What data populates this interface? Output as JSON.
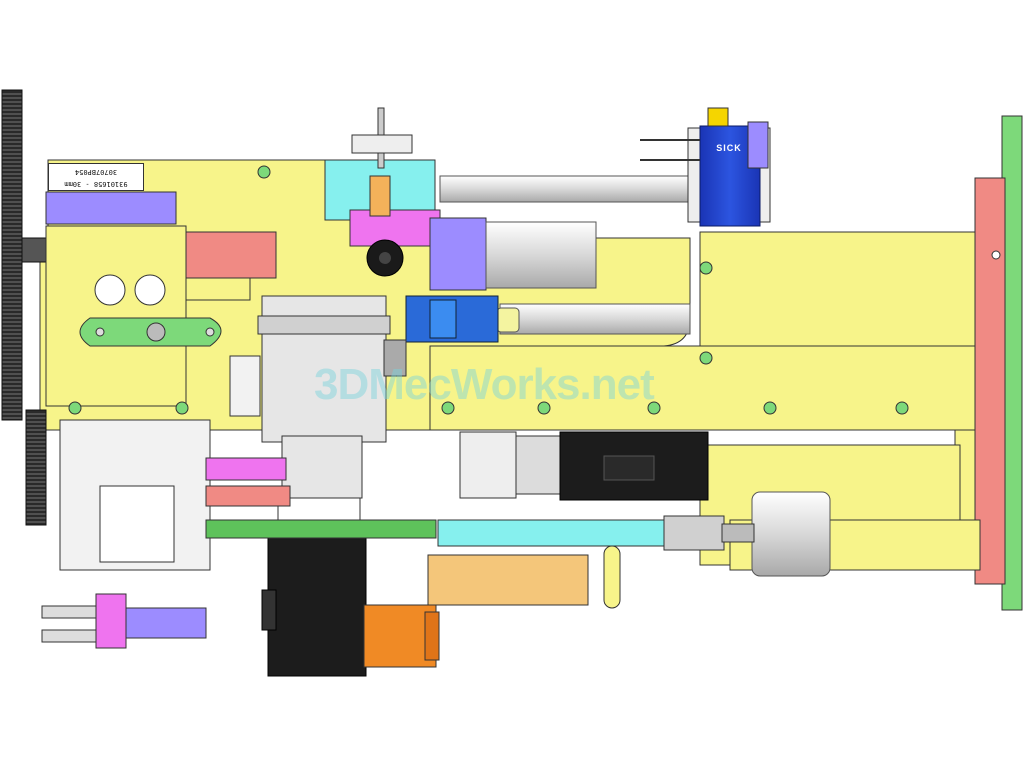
{
  "label_plate": {
    "line1": "93101658 - 30mm",
    "line2": "30707BP054"
  },
  "sensor": {
    "brand": "SICK"
  },
  "watermark": {
    "text": "3DMecWorks.net"
  },
  "colors": {
    "frame": "#f7f48a",
    "base_plate": "#f08a84",
    "side_plate": "#7dd97a",
    "motor": "#1c1c1c",
    "sensor_body": "#1f3fbf",
    "cylinder": "#dcdcdc",
    "magenta": "#ef74ef",
    "cyan": "#86f0ee",
    "orange": "#f08a25",
    "violet": "#9c8cff",
    "gear": "#333333"
  }
}
